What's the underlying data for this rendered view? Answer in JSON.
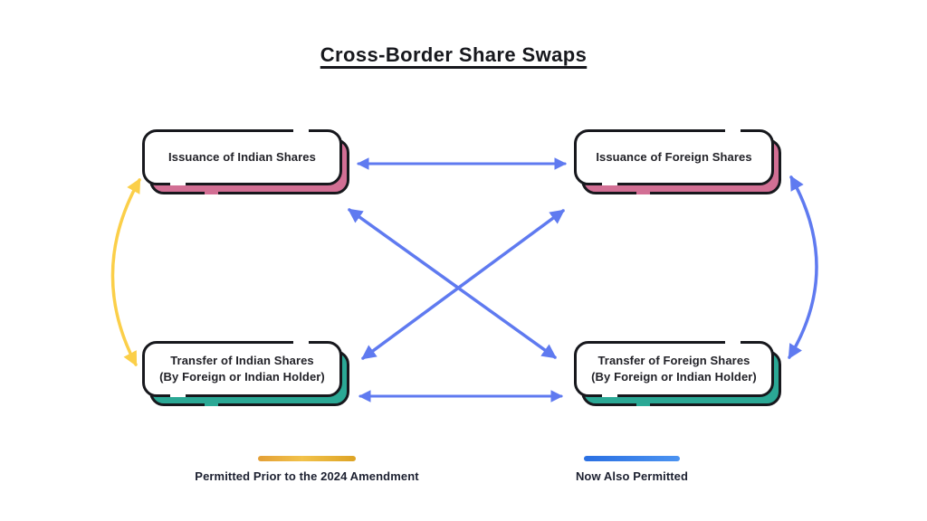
{
  "title": "Cross-Border Share Swaps",
  "boxes": [
    {
      "name": "issuance-indian",
      "line1": "Issuance of Indian Shares",
      "line2": "",
      "accent": "#d26f94"
    },
    {
      "name": "issuance-foreign",
      "line1": "Issuance of Foreign Shares",
      "line2": "",
      "accent": "#d26f94"
    },
    {
      "name": "transfer-indian",
      "line1": "Transfer of Indian Shares",
      "line2": "(By Foreign or Indian Holder)",
      "accent": "#2ba895"
    },
    {
      "name": "transfer-foreign",
      "line1": "Transfer of Foreign Shares",
      "line2": "(By Foreign or Indian Holder)",
      "accent": "#2ba895"
    }
  ],
  "arrows": [
    {
      "name": "issuance-indian-to-transfer-indian",
      "type": "bidirectional",
      "color": "#fbcf49",
      "meaning": "permitted prior to 2024 amendment"
    },
    {
      "name": "issuance-indian-to-issuance-foreign",
      "type": "bidirectional",
      "color": "#5f7af0",
      "meaning": "now also permitted"
    },
    {
      "name": "issuance-indian-to-transfer-foreign",
      "type": "bidirectional",
      "color": "#5f7af0",
      "meaning": "now also permitted"
    },
    {
      "name": "transfer-indian-to-issuance-foreign",
      "type": "bidirectional",
      "color": "#5f7af0",
      "meaning": "now also permitted"
    },
    {
      "name": "transfer-indian-to-transfer-foreign",
      "type": "bidirectional",
      "color": "#5f7af0",
      "meaning": "now also permitted"
    },
    {
      "name": "issuance-foreign-to-transfer-foreign",
      "type": "bidirectional",
      "color": "#5f7af0",
      "meaning": "now also permitted"
    }
  ],
  "legend": [
    {
      "label": "Permitted Prior to the 2024 Amendment",
      "color": "#e8ac38"
    },
    {
      "label": "Now Also Permitted",
      "color": "#3b82ea"
    }
  ],
  "colors": {
    "background": "#ffffff",
    "box_border": "#17181d",
    "pink_accent": "#d26f94",
    "teal_accent": "#2ba895",
    "arrow_blue": "#5f7af0",
    "arrow_yellow": "#fbcf49",
    "text": "#222228"
  }
}
